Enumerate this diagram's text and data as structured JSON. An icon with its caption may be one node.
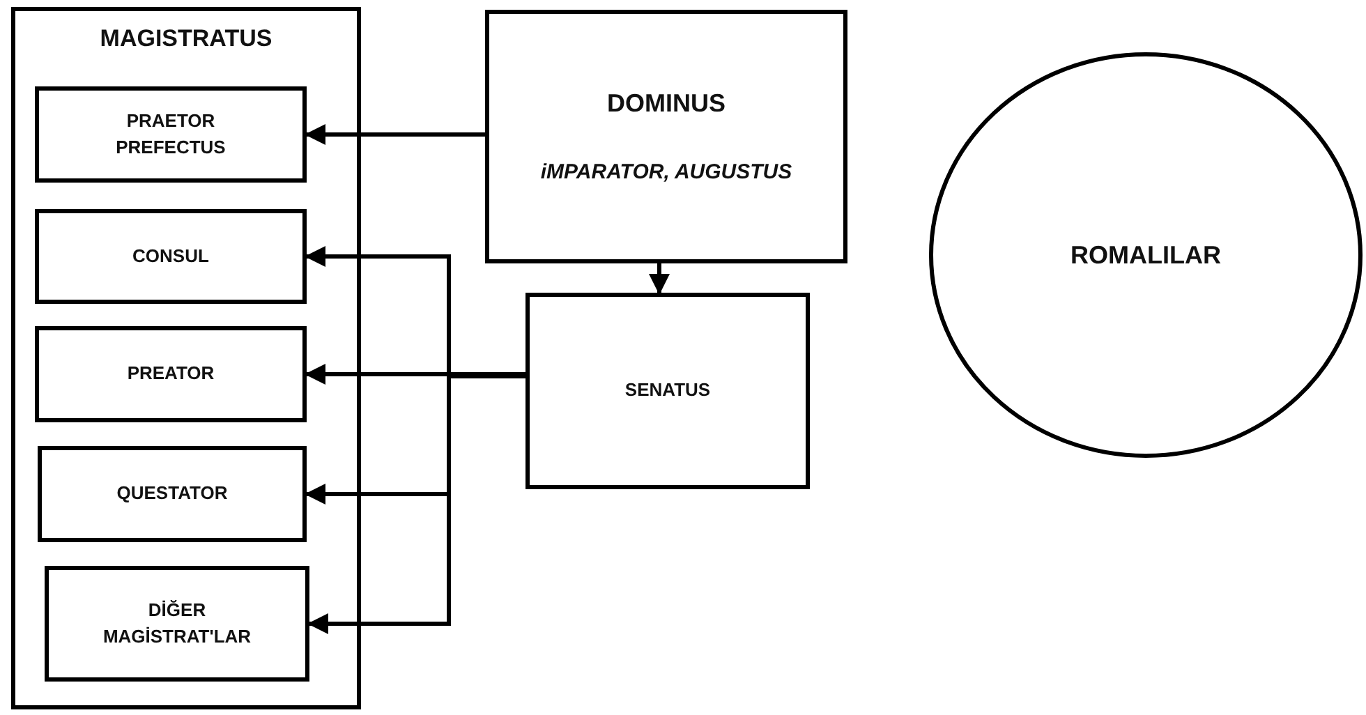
{
  "diagram": {
    "nodes": [
      {
        "text": [
          "MAGISTRATUS"
        ]
      },
      {
        "text": [
          "PRAETOR PREFECTUS"
        ],
        "in": 0
      },
      {
        "text": [
          "CONSUL"
        ],
        "in": 0
      },
      {
        "text": [
          "PREATOR"
        ],
        "in": 0
      },
      {
        "text": [
          "QUESTATOR"
        ],
        "in": 0
      },
      {
        "text": [
          "DİĞER MAGİSTRAT'LAR"
        ],
        "in": 0
      },
      {
        "text": [
          "DOMINUS",
          "iMPARATOR, AUGUSTUS"
        ]
      },
      {
        "text": [
          "SENATUS"
        ]
      },
      {
        "text": [
          "ROMALILAR"
        ]
      }
    ],
    "edges": [
      {
        "from": 6,
        "to": 1,
        "arrow": "to"
      },
      {
        "from": 6,
        "to": 7,
        "arrow": "to"
      },
      {
        "from": 7,
        "to": 3,
        "arrow": "to"
      },
      {
        "from": 7,
        "to": 2,
        "arrow": "to"
      },
      {
        "from": 7,
        "to": 4,
        "arrow": "to"
      },
      {
        "from": 7,
        "to": 5,
        "arrow": "to"
      }
    ]
  }
}
